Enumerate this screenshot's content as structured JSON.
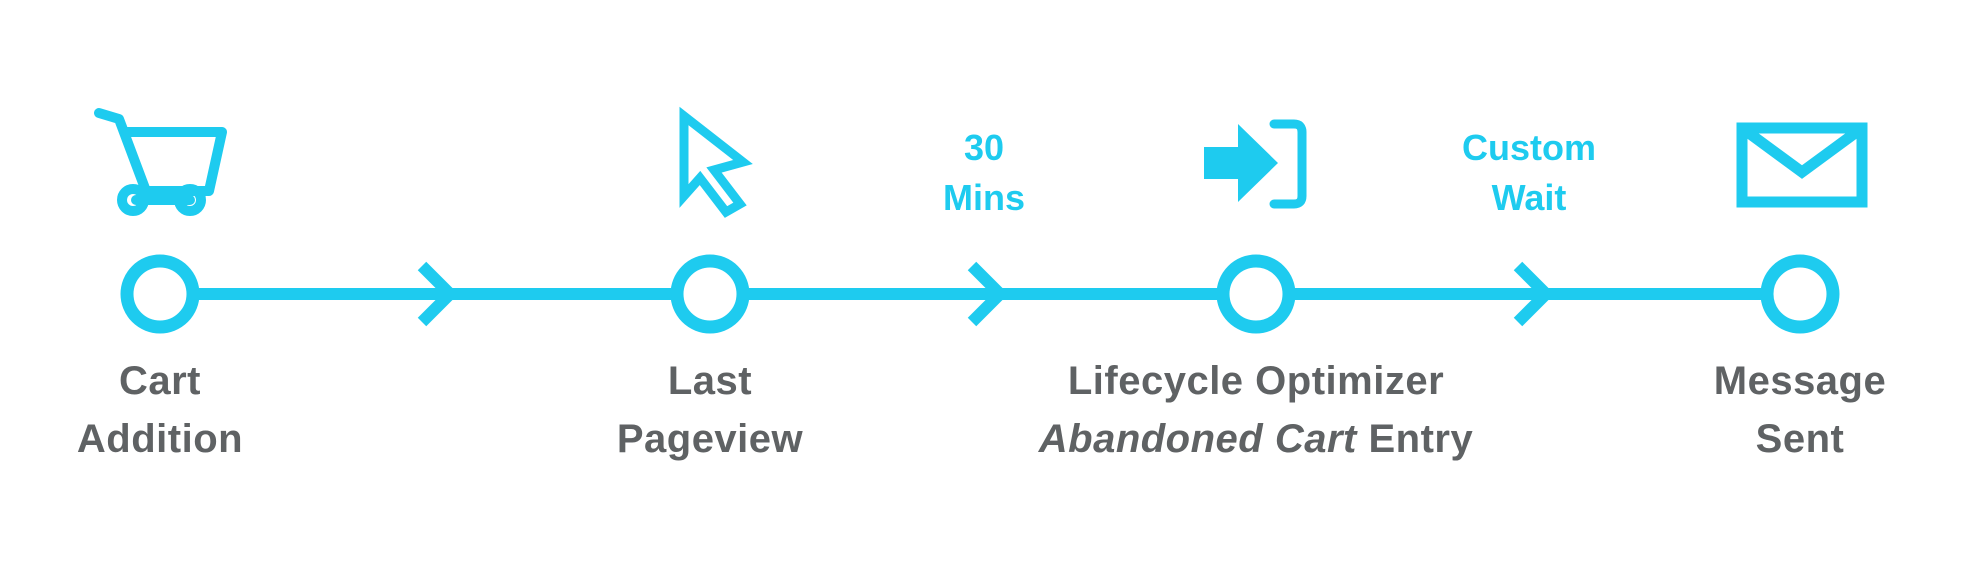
{
  "colors": {
    "accent": "#1ecbef",
    "text": "#5f6264",
    "background": "#ffffff"
  },
  "stages": [
    {
      "icon": "shopping-cart-icon",
      "line1": "Cart",
      "line2": "Addition"
    },
    {
      "icon": "cursor-arrow-icon",
      "line1": "Last",
      "line2": "Pageview"
    },
    {
      "icon": "sign-in-icon",
      "line1": "Lifecycle Optimizer",
      "line2_italic": "Abandoned Cart",
      "line2_rest": " Entry"
    },
    {
      "icon": "envelope-icon",
      "line1": "Message",
      "line2": "Sent"
    }
  ],
  "waits": [
    {
      "line1": "30",
      "line2": "Mins"
    },
    {
      "line1": "Custom",
      "line2": "Wait"
    }
  ]
}
